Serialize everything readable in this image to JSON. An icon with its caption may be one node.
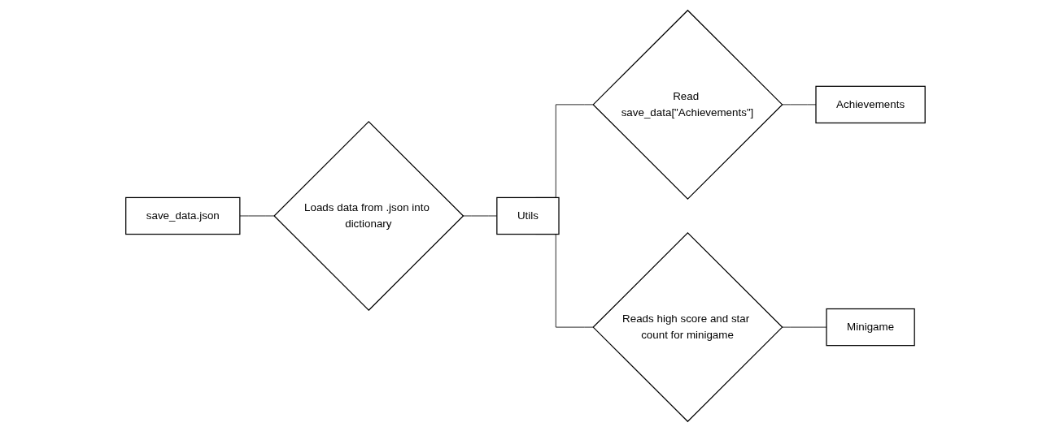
{
  "diagram": {
    "nodes": [
      {
        "text": [
          "save_data.json"
        ]
      },
      {
        "text": [
          "Loads data from .json into dictionary"
        ]
      },
      {
        "text": [
          "Utils"
        ]
      },
      {
        "text": [
          "Read save_data[\"Achievements\"]"
        ]
      },
      {
        "text": [
          "Achievements"
        ]
      },
      {
        "text": [
          "Minigame"
        ]
      },
      {
        "text": [
          "Reads high score and star count for minigame"
        ]
      }
    ],
    "edges": [
      {
        "from": 0,
        "to": 1,
        "arrow": "none"
      },
      {
        "from": 1,
        "to": 2,
        "arrow": "none"
      },
      {
        "from": 2,
        "to": 3,
        "arrow": "none"
      },
      {
        "from": 3,
        "to": 4,
        "arrow": "none"
      },
      {
        "from": 2,
        "to": 6,
        "arrow": "none"
      },
      {
        "from": 6,
        "to": 5,
        "arrow": "none"
      }
    ]
  }
}
